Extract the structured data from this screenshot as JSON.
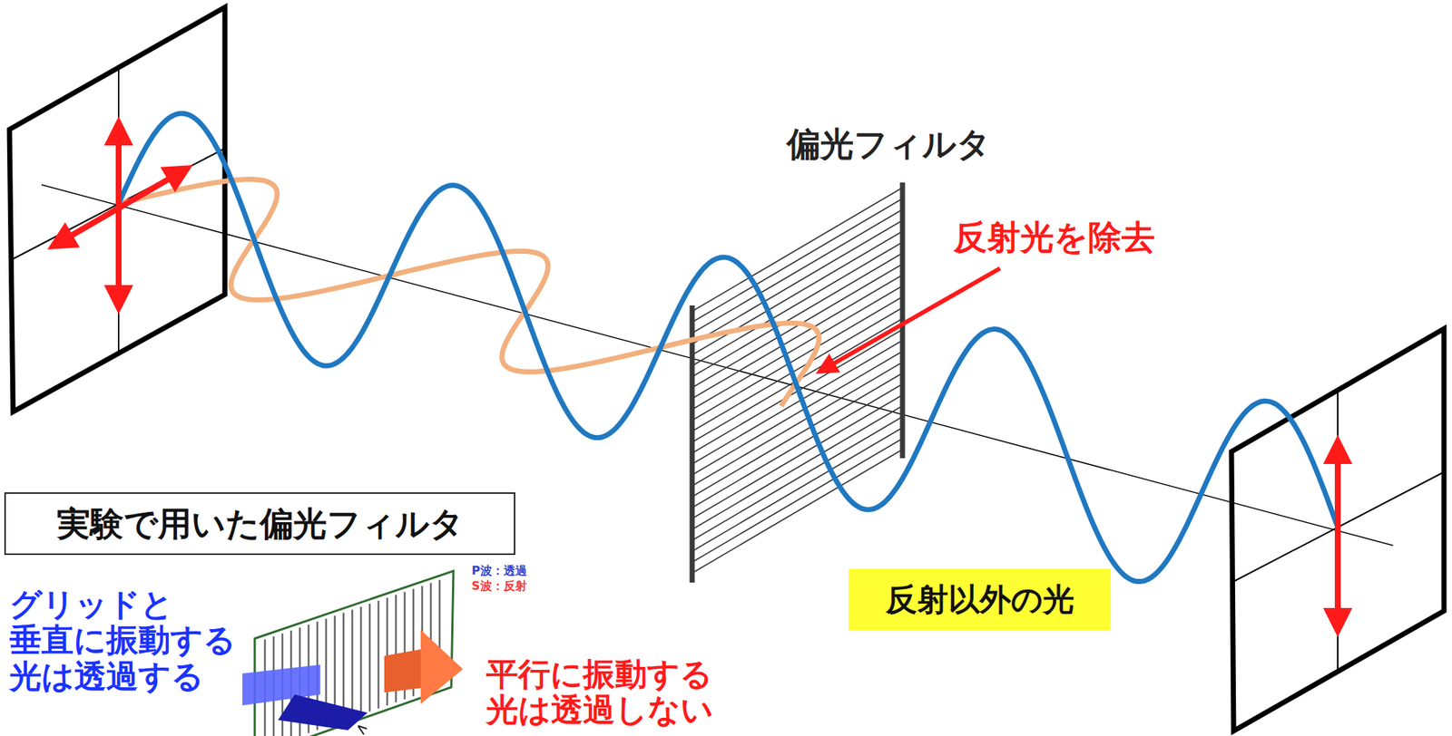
{
  "diagram": {
    "nodes": [
      {
        "text": [
          "実験で用いた偏光フィルタ"
        ]
      },
      {
        "text": [
          "反射以外の光"
        ]
      }
    ],
    "labels": [
      "偏光フィルタ",
      "反射光を除去",
      "グリッドと 垂直に振動する 光は透過する",
      "平行に振動する 光は透過しない",
      "P波：透過",
      "S波：反射"
    ]
  }
}
